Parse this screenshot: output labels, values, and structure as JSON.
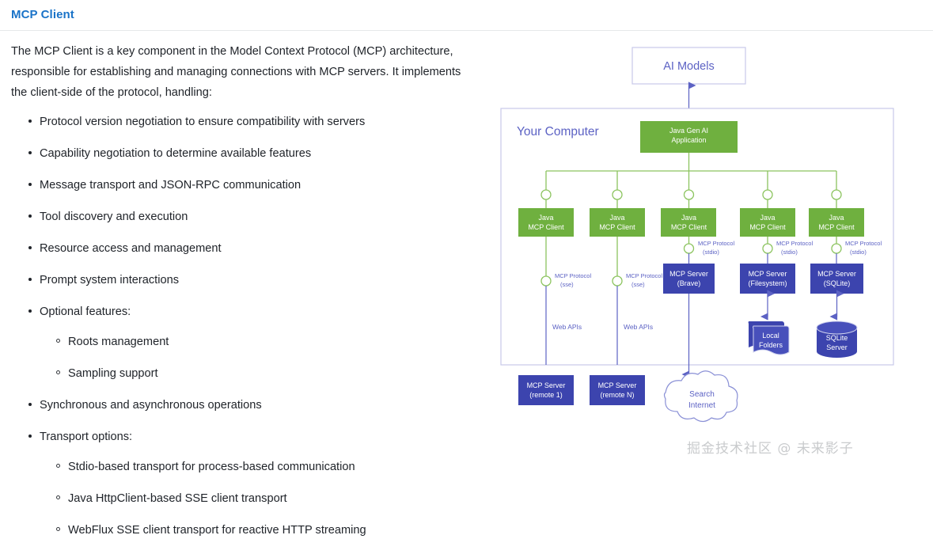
{
  "header": {
    "title": "MCP Client"
  },
  "article": {
    "intro": "The MCP Client is a key component in the Model Context Protocol (MCP) architecture, responsible for establishing and managing connections with MCP servers. It implements the client-side of the protocol, handling:",
    "bullets": [
      {
        "text": "Protocol version negotiation to ensure compatibility with servers"
      },
      {
        "text": "Capability negotiation to determine available features"
      },
      {
        "text": "Message transport and JSON-RPC communication"
      },
      {
        "text": "Tool discovery and execution"
      },
      {
        "text": "Resource access and management"
      },
      {
        "text": "Prompt system interactions"
      },
      {
        "text": "Optional features:",
        "sub": [
          "Roots management",
          "Sampling support"
        ]
      },
      {
        "text": "Synchronous and asynchronous operations"
      },
      {
        "text": "Transport options:",
        "sub": [
          "Stdio-based transport for process-based communication",
          "Java HttpClient-based SSE client transport",
          "WebFlux SSE client transport for reactive HTTP streaming"
        ]
      }
    ]
  },
  "diagram": {
    "ai_models": "AI Models",
    "container_label": "Your Computer",
    "app_box": {
      "line1": "Java Gen AI",
      "line2": "Application"
    },
    "clients": [
      {
        "line1": "Java",
        "line2": "MCP Client"
      },
      {
        "line1": "Java",
        "line2": "MCP Client"
      },
      {
        "line1": "Java",
        "line2": "MCP Client"
      },
      {
        "line1": "Java",
        "line2": "MCP Client"
      },
      {
        "line1": "Java",
        "line2": "MCP Client"
      }
    ],
    "protocol_labels": [
      {
        "line1": "MCP Protocol",
        "line2": "(sse)"
      },
      {
        "line1": "MCP Protocol",
        "line2": "(sse)"
      },
      {
        "line1": "MCP Protocol",
        "line2": "(stdio)"
      },
      {
        "line1": "MCP Protocol",
        "line2": "(stdio)"
      },
      {
        "line1": "MCP Protocol",
        "line2": "(stdio)"
      }
    ],
    "local_servers": [
      {
        "line1": "MCP Server",
        "line2": "(Brave)"
      },
      {
        "line1": "MCP Server",
        "line2": "(Filesystem)"
      },
      {
        "line1": "MCP Server",
        "line2": "(SQLite)"
      }
    ],
    "stores": [
      {
        "line1": "Local",
        "line2": "Folders"
      },
      {
        "line1": "SQLite",
        "line2": "Server"
      }
    ],
    "web_api_labels": [
      "Web APIs",
      "Web APIs"
    ],
    "remote_servers": [
      {
        "line1": "MCP Server",
        "line2": "(remote 1)"
      },
      {
        "line1": "MCP Server",
        "line2": "(remote N)"
      }
    ],
    "cloud": {
      "line1": "Search",
      "line2": "Internet"
    },
    "colors": {
      "green": "#6fb03f",
      "blue": "#3c44ae",
      "purple_text": "#5c62c4",
      "border_lavender": "#c7c9e8",
      "green_line": "#8cc45f"
    }
  },
  "watermark": {
    "text": "掘金技术社区 @ 未来影子"
  }
}
